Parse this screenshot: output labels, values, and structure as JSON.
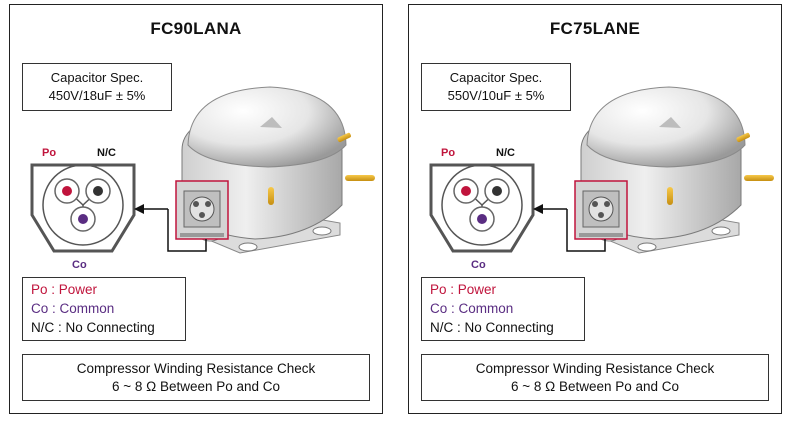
{
  "panels": [
    {
      "model": "FC90LANA",
      "capacitor": {
        "title": "Capacitor Spec.",
        "value": "450V/18uF ± 5%"
      },
      "terminals": {
        "po": "Po",
        "nc": "N/C",
        "co": "Co"
      },
      "legend": {
        "po": "Po : Power",
        "co": "Co : Common",
        "nc": "N/C : No Connecting"
      },
      "check": {
        "line1": "Compressor Winding Resistance Check",
        "line2": "6 ~ 8 Ω Between Po and Co"
      }
    },
    {
      "model": "FC75LANE",
      "capacitor": {
        "title": "Capacitor Spec.",
        "value": "550V/10uF ± 5%"
      },
      "terminals": {
        "po": "Po",
        "nc": "N/C",
        "co": "Co"
      },
      "legend": {
        "po": "Po : Power",
        "co": "Co : Common",
        "nc": "N/C : No Connecting"
      },
      "check": {
        "line1": "Compressor Winding Resistance Check",
        "line2": "6 ~ 8 Ω Between Po and Co"
      }
    }
  ],
  "colors": {
    "power": "#c0143c",
    "common": "#5a2d82",
    "border": "#222222"
  },
  "icons": {
    "compressor": "compressor-illustration",
    "terminal": "terminal-block-diagram",
    "arrow": "leader-arrow"
  }
}
